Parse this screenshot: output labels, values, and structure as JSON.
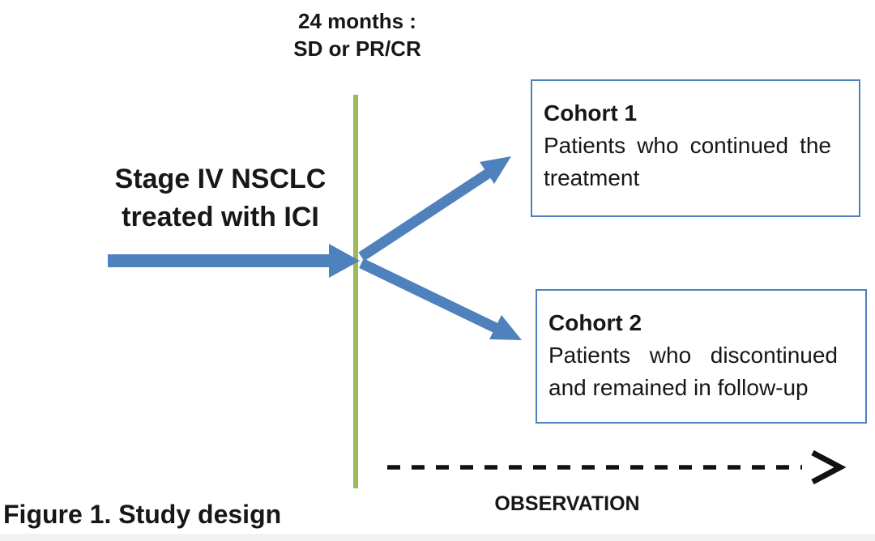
{
  "figure": {
    "caption": "Figure 1. Study design"
  },
  "milestone": {
    "line1": "24 months :",
    "line2": "SD or PR/CR"
  },
  "population": {
    "line1": "Stage IV NSCLC",
    "line2": "treated with ICI"
  },
  "cohorts": [
    {
      "title": "Cohort 1",
      "description": "Patients who continued the treatment"
    },
    {
      "title": "Cohort 2",
      "description": "Patients who discontinued and remained in follow-up"
    }
  ],
  "observation": {
    "label": "OBSERVATION"
  },
  "colors": {
    "arrow_blue": "#4f81bd",
    "timeline_green": "#9bbb59",
    "box_border": "#4f81bd",
    "dash_black": "#111111",
    "text": "#171717"
  }
}
